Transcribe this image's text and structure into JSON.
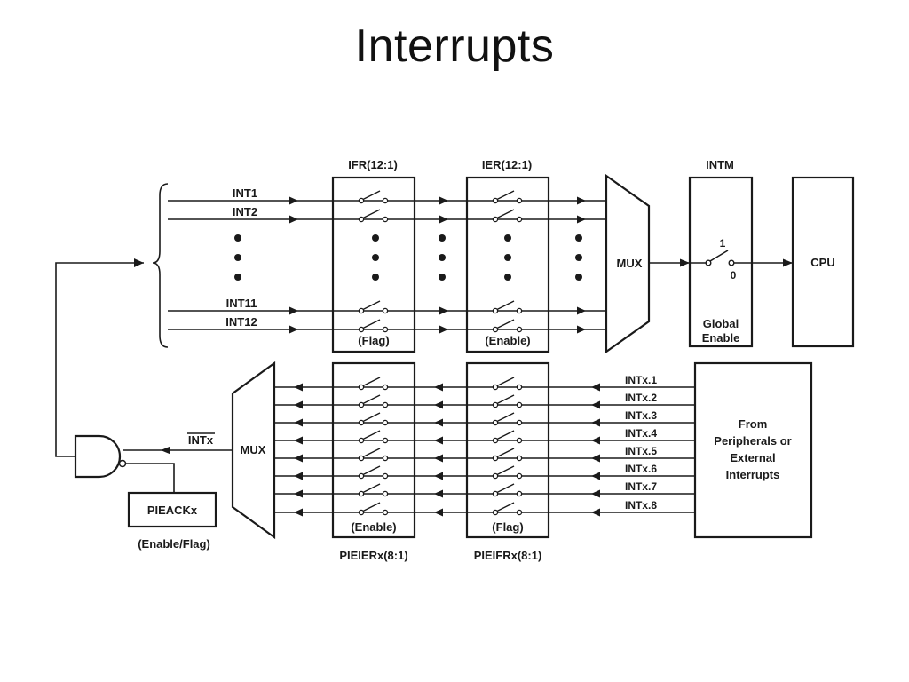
{
  "title": "Interrupts",
  "colors": {
    "ink": "#1a1a1a",
    "background": "#ffffff"
  },
  "top_row": {
    "inputs": [
      "INT1",
      "INT2",
      "INT11",
      "INT12"
    ],
    "ifr": {
      "label": "IFR(12:1)",
      "caption": "(Flag)"
    },
    "ier": {
      "label": "IER(12:1)",
      "caption": "(Enable)"
    },
    "mux": "MUX",
    "intm": {
      "label": "INTM",
      "caption_line1": "Global",
      "caption_line2": "Enable",
      "pos_1": "1",
      "pos_0": "0"
    },
    "cpu": "CPU"
  },
  "bottom_row": {
    "inputs": [
      "INTx.1",
      "INTx.2",
      "INTx.3",
      "INTx.4",
      "INTx.5",
      "INTx.6",
      "INTx.7",
      "INTx.8"
    ],
    "source": {
      "line1": "From",
      "line2": "Peripherals or",
      "line3": "External",
      "line4": "Interrupts"
    },
    "pieifr": {
      "label": "PIEIFRx(8:1)",
      "caption": "(Flag)"
    },
    "pieier": {
      "label": "PIEIERx(8:1)",
      "caption": "(Enable)"
    },
    "mux": "MUX",
    "intx_out": "INTx",
    "pieack": {
      "label": "PIEACKx",
      "caption": "(Enable/Flag)"
    }
  }
}
